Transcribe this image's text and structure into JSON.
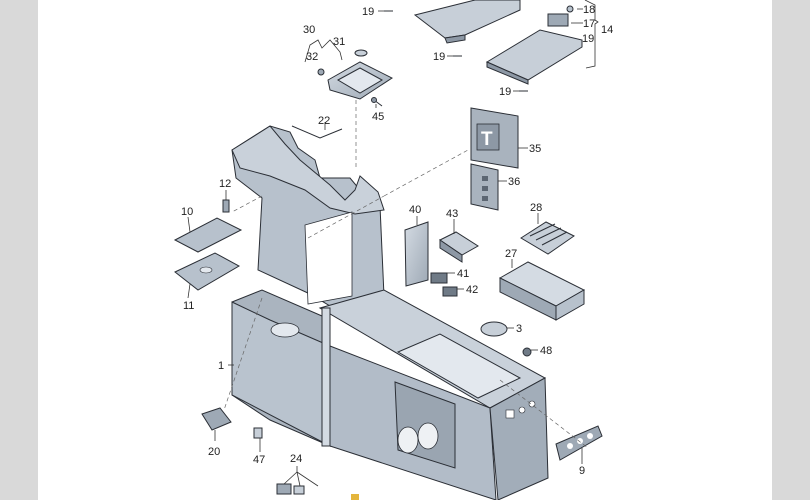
{
  "diagram": {
    "part_numbers": [
      "19",
      "18",
      "17",
      "14",
      "19",
      "19",
      "19",
      "30",
      "31",
      "32",
      "45",
      "22",
      "35",
      "36",
      "12",
      "10",
      "11",
      "40",
      "43",
      "28",
      "41",
      "42",
      "27",
      "3",
      "48",
      "1",
      "20",
      "47",
      "24",
      "9"
    ],
    "sign_letter": "T"
  },
  "colors": {
    "background": "#d9d9d9",
    "sheet": "#ffffff",
    "part_fill": "#b7c1cc",
    "part_dark": "#8d98a5",
    "part_light": "#d4dbe3",
    "outline": "#2b2f36"
  }
}
